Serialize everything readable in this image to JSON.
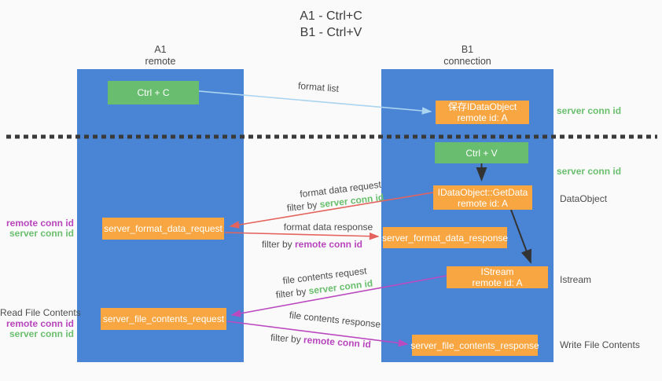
{
  "title": {
    "line1": "A1 - Ctrl+C",
    "line2": "B1 - Ctrl+V"
  },
  "columns": {
    "left": {
      "name": "A1",
      "role": "remote"
    },
    "right": {
      "name": "B1",
      "role": "connection"
    }
  },
  "boxes": {
    "ctrl_c": {
      "label": "Ctrl + C"
    },
    "save_dataobject": {
      "line1": "保存IDataObject",
      "line2": "remote id: A"
    },
    "ctrl_v": {
      "label": "Ctrl + V"
    },
    "getdata": {
      "line1": "IDataObject::GetData",
      "line2": "remote id: A"
    },
    "format_request": {
      "label": "server_format_data_request"
    },
    "format_response": {
      "label": "server_format_data_response"
    },
    "istream": {
      "line1": "IStream",
      "line2": "remote id: A"
    },
    "file_request": {
      "label": "server_file_contents_request"
    },
    "file_response": {
      "label": "server_file_contents_response"
    }
  },
  "arrow_labels": {
    "format_list": "format list",
    "format_data_request": "format data request",
    "format_data_response": "format data response",
    "file_contents_request": "file contents request",
    "file_contents_response": "file contents response"
  },
  "terms": {
    "filter_by": "filter by",
    "server_conn_id": "server conn id",
    "remote_conn_id": "remote conn id"
  },
  "side_labels": {
    "read_file_contents": "Read File Contents",
    "write_file_contents": "Write File Contents",
    "dataobject": "DataObject",
    "istream": "Istream"
  },
  "colors": {
    "column_blue": "#4a85d5",
    "box_green": "#69bd6f",
    "box_orange": "#f7a642",
    "arrow_lightblue": "#aad4f0",
    "arrow_red": "#e5635e",
    "arrow_magenta": "#bb4ac0",
    "arrow_black": "#333333",
    "text_green": "#6abf6e",
    "text_magenta": "#b845bd",
    "dotted_line": "#3a3a3a",
    "background": "#fafafa"
  }
}
